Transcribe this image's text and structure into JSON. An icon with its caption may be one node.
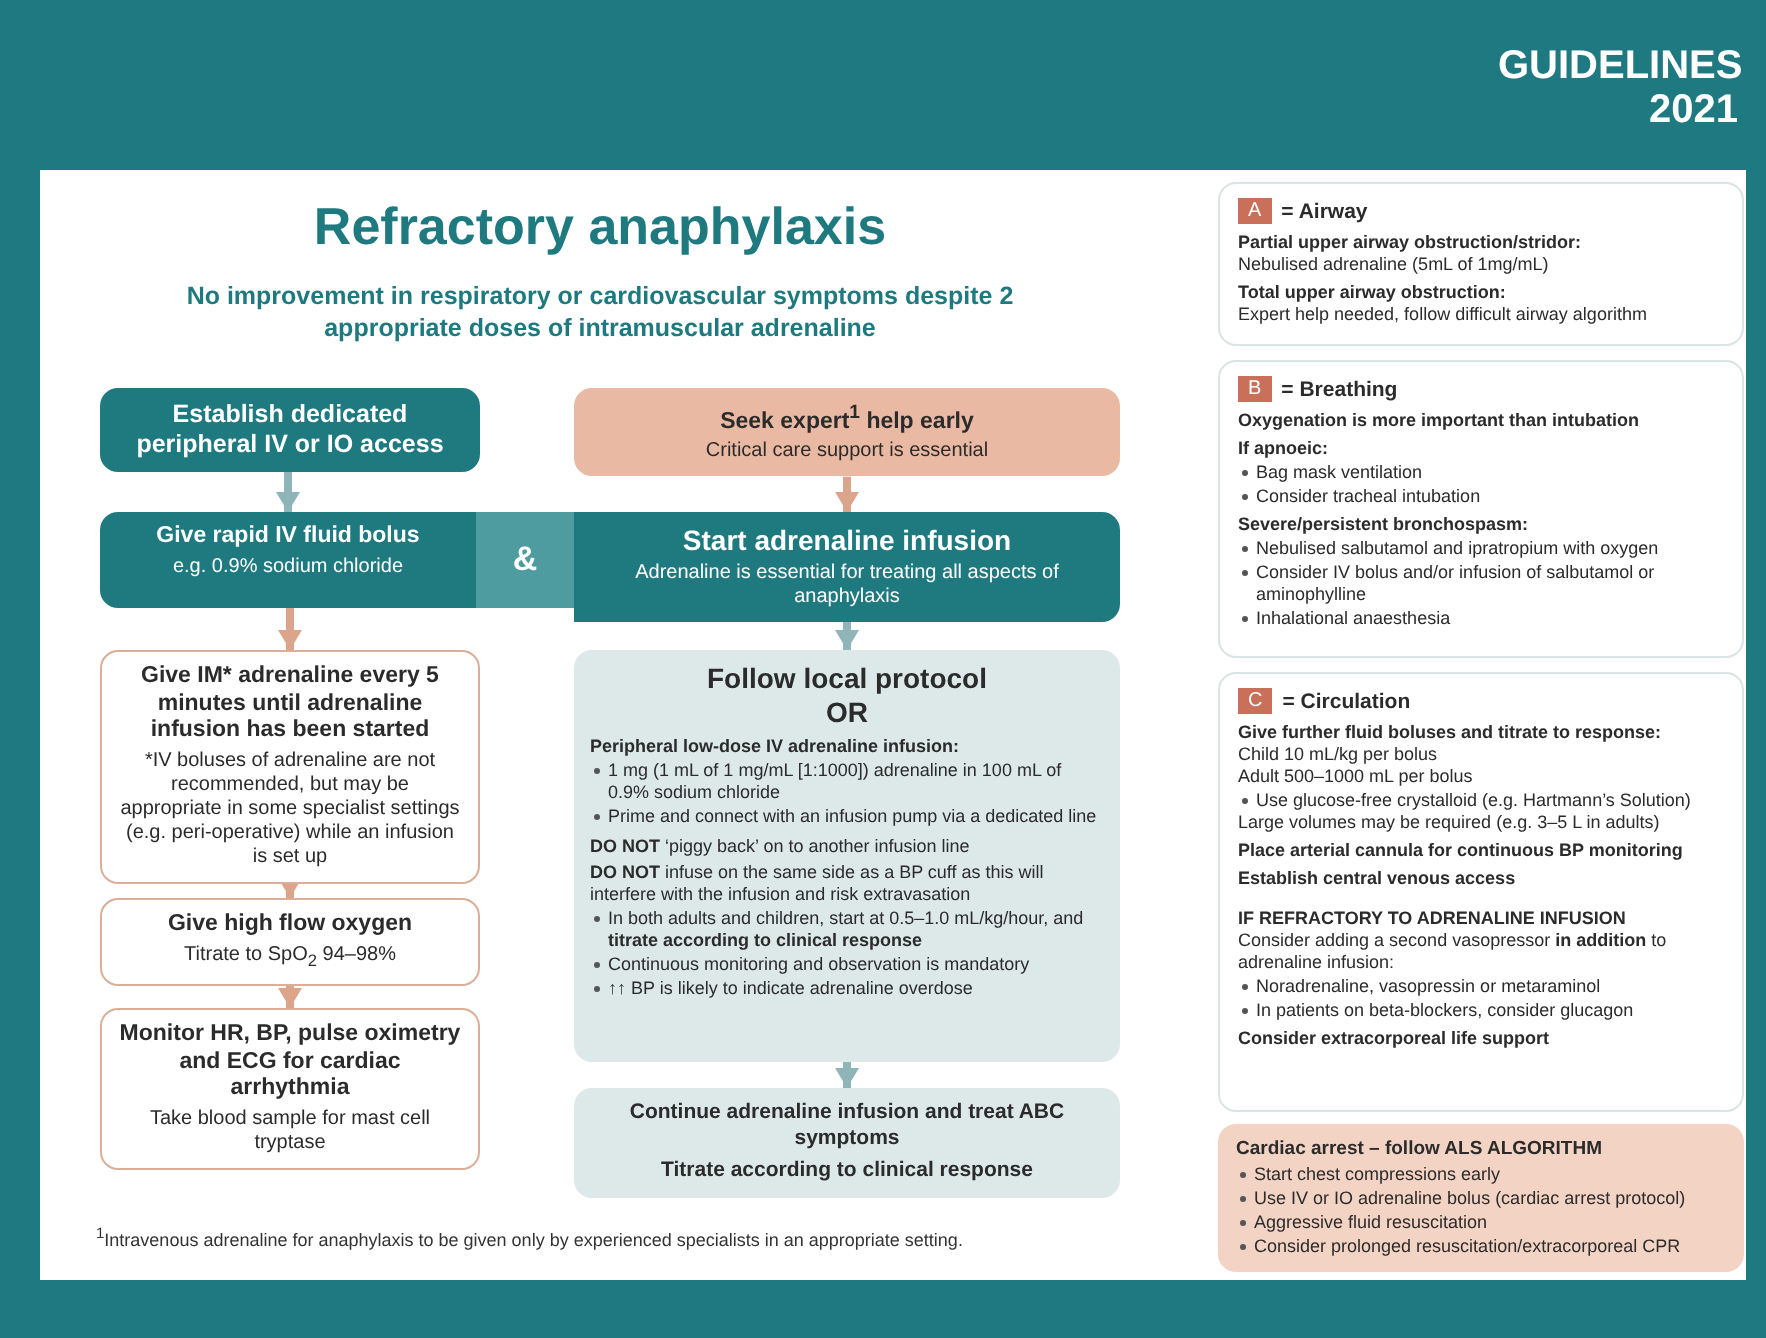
{
  "diagram": {
    "title": "Refractory anaphylaxis",
    "nodes": [
      {
        "text": [
          "Establish dedicated peripheral IV or IO access"
        ]
      },
      {
        "text": [
          "Seek expert$^{1}$ help early",
          "Critical care support is essential"
        ]
      },
      {
        "text": [
          "Give rapid IV fluid bolus",
          "e.g. 0.9% sodium chloride"
        ]
      },
      {
        "text": [
          "Start adrenaline infusion",
          "Adrenaline is essential for treating all aspects of anaphylaxis"
        ]
      },
      {
        "text": [
          "Give IM* adrenaline every 5 minutes until adrenaline infusion has been started",
          "*IV boluses of adrenaline are not recommended, but may be appropriate in some specialist settings (e.g. peri-operative) while an infusion is set up"
        ]
      },
      {
        "text": [
          "Give high flow oxygen",
          "Titrate to SpO$_{2}$ 94–98%"
        ]
      },
      {
        "text": [
          "Monitor HR, BP, pulse oximetry and ECG for cardiac arrhythmia",
          "Take blood sample for mast cell tryptase"
        ]
      },
      {
        "text": [
          "Follow local protocol",
          "OR",
          "Peripheral low-dose IV adrenaline infusion:",
          "1 mg (1 mL of 1 mg/mL [1:1000]) adrenaline in 100 mL of 0.9% sodium chloride",
          "Prime and connect with an infusion pump via a dedicated line",
          "**DO NOT** ‘piggy back’ on to another infusion line",
          "**DO NOT** infuse on the same side as a BP cuff as this will interfere with the infusion and risk extravasation",
          "In both adults and children, start at 0.5–1.0 mL/kg/hour, and **titrate according to clinical response**",
          "Continuous monitoring and observation is mandatory",
          "↑↑ BP is likely to indicate adrenaline overdose"
        ]
      },
      {
        "text": [
          "Continue adrenaline infusion and treat ABC symptoms",
          "Titrate according to clinical response"
        ]
      },
      {
        "text": [
          "A",
          "= Airway",
          "Partial upper airway obstruction/stridor:",
          "Nebulised adrenaline (5mL of 1mg/mL)",
          "Total upper airway obstruction:",
          "Expert help needed, follow difficult airway algorithm"
        ]
      },
      {
        "text": [
          "B",
          "= Breathing",
          "Oxygenation is more important than intubation",
          "If apnoeic:",
          "Bag mask ventilation",
          "Consider tracheal intubation",
          "Severe/persistent bronchospasm:",
          "Nebulised salbutamol and ipratropium with oxygen",
          "Consider IV bolus and/or infusion of salbutamol or aminophylline",
          "Inhalational anaesthesia"
        ]
      },
      {
        "text": [
          "C",
          "= Circulation",
          "Give further fluid boluses and titrate to response:",
          "Child 10 mL/kg per bolus",
          "Adult 500–1000 mL per bolus",
          "Use glucose-free crystalloid (e.g. Hartmann’s Solution)",
          "Large volumes may be required (e.g. 3–5 L in adults)",
          "Place arterial cannula for continuous BP monitoring",
          "Establish central venous access",
          "IF REFRACTORY TO ADRENALINE INFUSION",
          "Consider adding a second vasopressor **in addition** to adrenaline infusion:",
          "Noradrenaline, vasopressin or metaraminol",
          "In patients on beta-blockers, consider glucagon",
          "Consider extracorporeal life support"
        ]
      },
      {
        "text": [
          "Cardiac arrest – follow ALS ALGORITHM",
          "Start chest compressions early",
          "Use IV or IO adrenaline bolus (cardiac arrest protocol)",
          "Aggressive fluid resuscitation",
          "Consider prolonged resuscitation/extracorporeal CPR"
        ]
      }
    ],
    "edges": [
      {
        "from": 0,
        "to": 2,
        "arrow": "to",
        "color": "#8fb5b8"
      },
      {
        "from": 1,
        "to": 3,
        "arrow": "to"
      },
      {
        "from": 2,
        "to": 4,
        "arrow": "to"
      },
      {
        "from": 4,
        "to": 5,
        "arrow": "to"
      },
      {
        "from": 5,
        "to": 6,
        "arrow": "to"
      },
      {
        "from": 3,
        "to": 7,
        "arrow": "to",
        "color": "#8fb5b8"
      },
      {
        "from": 7,
        "to": 8,
        "arrow": "to",
        "color": "#8fb5b8"
      }
    ],
    "labels": [
      "GUIDELINES 2021",
      "No improvement in respiratory or cardiovascular symptoms despite 2 appropriate doses of intramuscular adrenaline",
      "&",
      "$^{1}$Intravenous adrenaline for anaphylaxis to be given only by experienced specialists in an appropriate setting."
    ]
  }
}
